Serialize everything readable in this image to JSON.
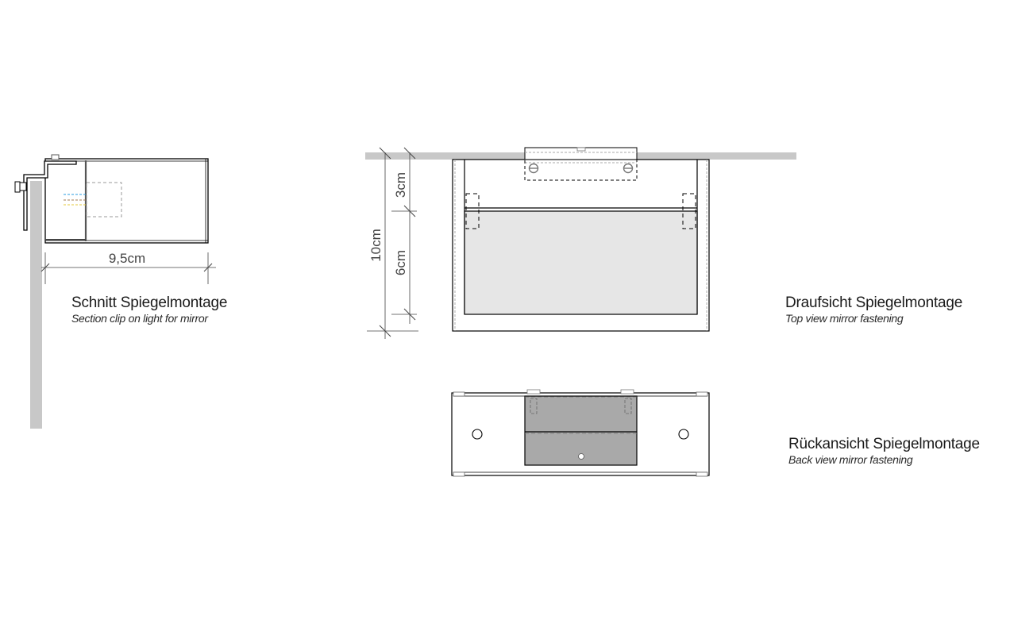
{
  "section_view": {
    "title": "Schnitt Spiegelmontage",
    "subtitle": "Section clip on light for mirror",
    "dimension_width": "9,5cm"
  },
  "top_view": {
    "title": "Draufsicht Spiegelmontage",
    "subtitle": "Top view mirror fastening",
    "dimension_total": "10cm",
    "dimension_upper": "3cm",
    "dimension_lower": "6cm"
  },
  "back_view": {
    "title": "Rückansicht Spiegelmontage",
    "subtitle": "Back view mirror fastening"
  },
  "colors": {
    "wall": "#c8c8c8",
    "line": "#000000",
    "mirror_fill": "#e6e6e6",
    "bracket_fill": "#a9a9a9",
    "dim_line": "#444444",
    "led_blue": "#2a9de0",
    "led_brown": "#a07850",
    "led_yellow": "#e6c83c"
  }
}
